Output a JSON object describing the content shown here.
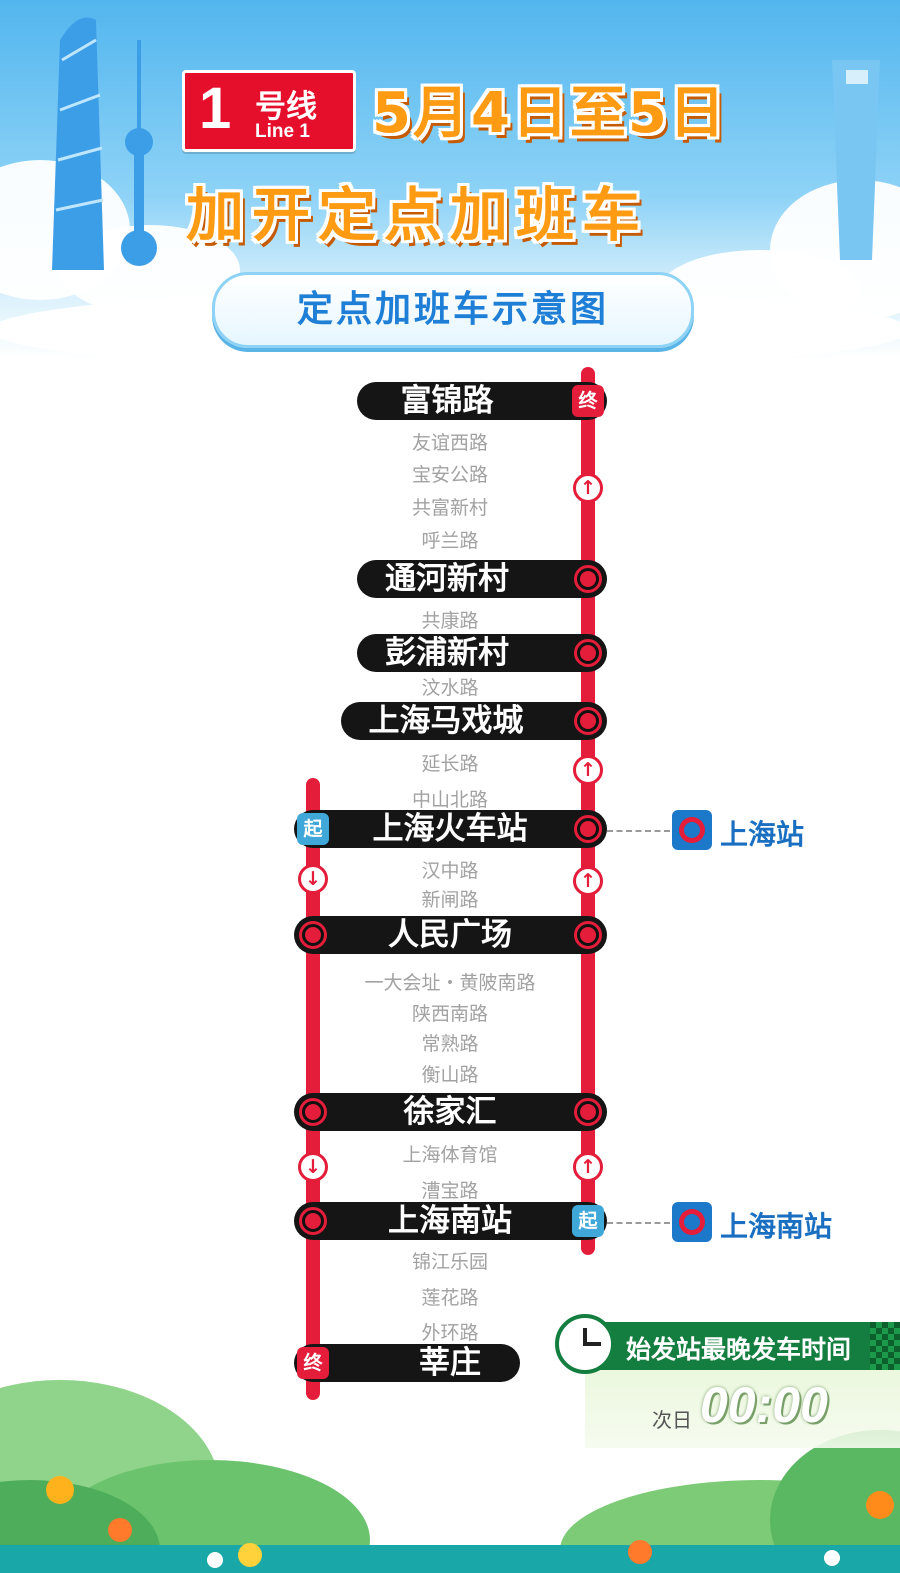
{
  "header": {
    "line_number": "1",
    "line_cn": "号线",
    "line_en": "Line 1",
    "date": "5月4日至5日",
    "title": "加开定点加班车",
    "subtitle": "定点加班车示意图"
  },
  "stations": {
    "fujinlu": "富锦路",
    "youyixilu": "友谊西路",
    "baoangonglu": "宝安公路",
    "gongfuxincun": "共富新村",
    "hulanlu": "呼兰路",
    "tonghexincun": "通河新村",
    "gongkanglu": "共康路",
    "pengpuxincun": "彭浦新村",
    "wenshuilu": "汶水路",
    "shanghaimaxicheng": "上海马戏城",
    "yanchanglu": "延长路",
    "zhongshanbeilu": "中山北路",
    "shanghaihuochezhan": "上海火车站",
    "hanzhonglu": "汉中路",
    "xinwenlu": "新闸路",
    "renminguangchang": "人民广场",
    "yidahuizhi": "一大会址・黄陂南路",
    "shanxinanlu": "陕西南路",
    "changshulu": "常熟路",
    "hengshanlu": "衡山路",
    "xujiahui": "徐家汇",
    "shanghaitiyuguan": "上海体育馆",
    "caobaolu": "漕宝路",
    "shanghainanzhan": "上海南站",
    "jinjiangleyuan": "锦江乐园",
    "lianhualu": "莲花路",
    "waihuanlu": "外环路",
    "xinzhuang": "莘庄"
  },
  "tags": {
    "end": "终",
    "start": "起"
  },
  "arrows": {
    "up": "↑",
    "down": "↓"
  },
  "rail_stations": {
    "shanghai": "上海站",
    "shanghainan": "上海南站"
  },
  "last_train": {
    "title": "始发站最晚发车时间",
    "next_day": "次日",
    "time": "00:00"
  },
  "colors": {
    "line_red": "#e31d3a",
    "station_bar": "#151515",
    "title_orange": "#ff9b12",
    "subtitle_blue": "#1f7fd6",
    "last_train_green": "#137e3f"
  },
  "icons": [
    "skyline",
    "railway-station-icon",
    "clock-icon",
    "arrow-up-icon",
    "arrow-down-icon"
  ]
}
